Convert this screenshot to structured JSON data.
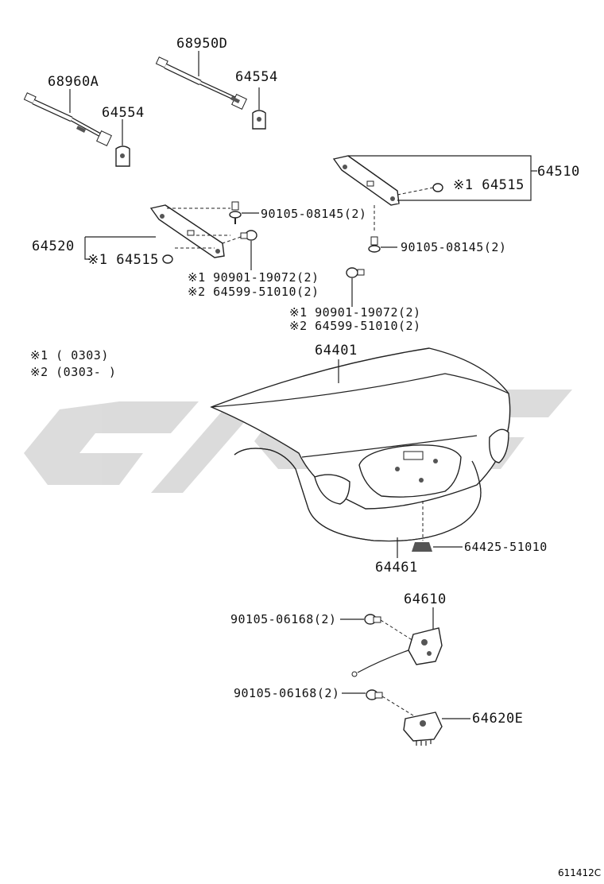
{
  "diagram": {
    "footer_code": "611412C",
    "notes": {
      "note1": "※1 (        0303)",
      "note2": "※2 (0303-        )"
    },
    "labels": {
      "p68950D": "68950D",
      "p64554_upper": "64554",
      "p68960A": "68960A",
      "p64554_lower": "64554",
      "p64510": "64510",
      "p64515_right": "※1 64515",
      "p90105_08145_a": "90105-08145(2)",
      "p64520": "64520",
      "p64515_left": "※1 64515",
      "p90105_08145_b": "90105-08145(2)",
      "p90901_left": "※1 90901-19072(2)",
      "p64599_left": "※2 64599-51010(2)",
      "p90901_right": "※1 90901-19072(2)",
      "p64599_right": "※2 64599-51010(2)",
      "p64401": "64401",
      "p64425": "64425-51010",
      "p64461": "64461",
      "p64610": "64610",
      "p90105_06168_a": "90105-06168(2)",
      "p90105_06168_b": "90105-06168(2)",
      "p64620E": "64620E"
    }
  }
}
